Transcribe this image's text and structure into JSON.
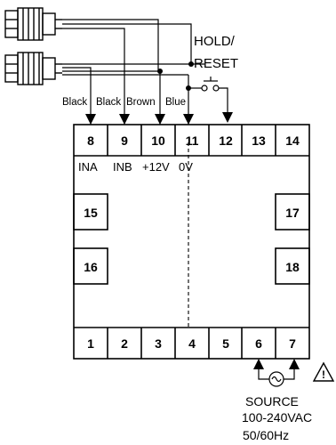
{
  "switch": {
    "line1": "HOLD/",
    "line2": "RESET"
  },
  "wires": [
    "Black",
    "Black",
    "Brown",
    "Blue"
  ],
  "terminals": {
    "top": [
      "8",
      "9",
      "10",
      "11",
      "12",
      "13",
      "14"
    ],
    "bottom": [
      "1",
      "2",
      "3",
      "4",
      "5",
      "6",
      "7"
    ],
    "left": [
      "15",
      "16"
    ],
    "right": [
      "17",
      "18"
    ]
  },
  "signals": [
    "INA",
    "INB",
    "+12V",
    "0V"
  ],
  "source": {
    "line1": "SOURCE",
    "line2": "100-240VAC",
    "line3": "50/60Hz"
  },
  "warning_symbol": "!"
}
